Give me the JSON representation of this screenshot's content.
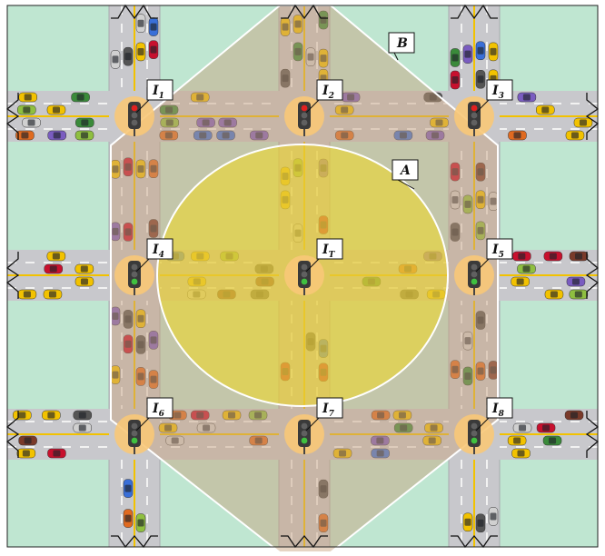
{
  "colors": {
    "grass": "#bfe6d1",
    "road": "#c8c8cc",
    "road_edge": "#a9a9ae",
    "center_line": "#f2c200",
    "lane_dash": "#ffffff",
    "region_B_fill": "#c8a07a",
    "region_A_fill": "#f0d820",
    "signal_halo": "#f8c878",
    "signal_body": "#3a3a3a",
    "signal_red": "#e02020",
    "signal_yellow": "#f0c000",
    "signal_green": "#40c040",
    "car_palette": [
      "#f2c200",
      "#f2c200",
      "#f2c200",
      "#c8102e",
      "#3a6fd8",
      "#7a5cc0",
      "#8fbf40",
      "#d0d0d0",
      "#555555",
      "#e06a20",
      "#7a3a2a",
      "#3a8a3a"
    ]
  },
  "regions": [
    {
      "id": "B",
      "name": "region-b",
      "sub": ""
    },
    {
      "id": "A",
      "name": "region-a",
      "sub": ""
    }
  ],
  "intersections": [
    {
      "id": "I1",
      "base": "I",
      "sub": "1",
      "light": "red"
    },
    {
      "id": "I2",
      "base": "I",
      "sub": "2",
      "light": "red"
    },
    {
      "id": "I3",
      "base": "I",
      "sub": "3",
      "light": "red"
    },
    {
      "id": "I4",
      "base": "I",
      "sub": "4",
      "light": "green"
    },
    {
      "id": "IT",
      "base": "I",
      "sub": "T",
      "light": "green"
    },
    {
      "id": "I5",
      "base": "I",
      "sub": "5",
      "light": "green"
    },
    {
      "id": "I6",
      "base": "I",
      "sub": "6",
      "light": "green"
    },
    {
      "id": "I7",
      "base": "I",
      "sub": "7",
      "light": "green"
    },
    {
      "id": "I8",
      "base": "I",
      "sub": "8",
      "light": "green"
    }
  ]
}
